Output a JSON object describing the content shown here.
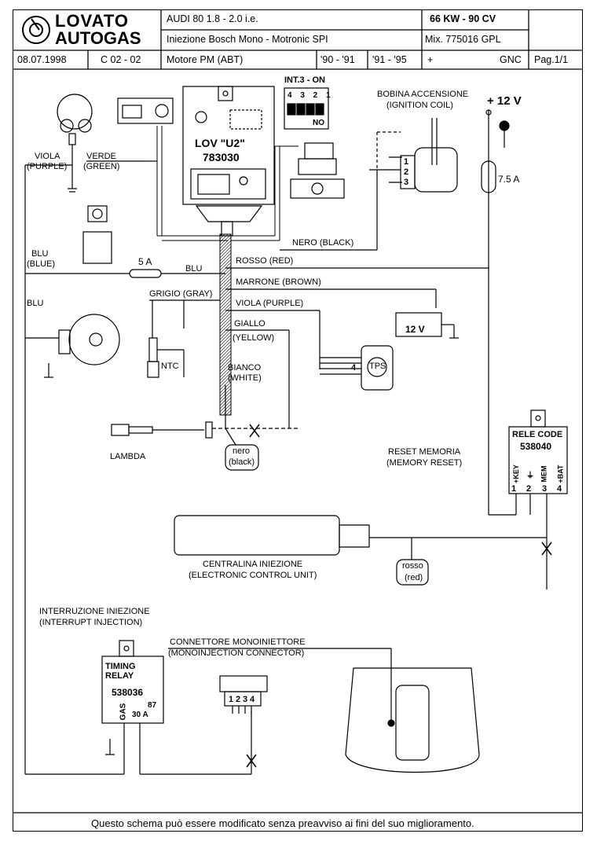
{
  "header": {
    "logo_top": "LOVATO",
    "logo_bottom": "AUTOGAS",
    "car": "AUDI 80  1.8 - 2.0  i.e.",
    "power": "66 KW - 90 CV",
    "injection": "Iniezione  Bosch  Mono - Motronic  SPI",
    "mix": "Mix.  775016 GPL",
    "date": "08.07.1998",
    "code": "C 02 - 02",
    "engine": "Motore    PM (ABT)",
    "years1": "'90 - '91",
    "years2": "'91 - '95",
    "plus": "+",
    "fuel": "GNC",
    "page": "Pag.1/1"
  },
  "ecu": {
    "int_label": "INT.3 - ON",
    "switch_nums": "4 3 2 1",
    "switch_no": "NO",
    "name": "LOV \"U2\"",
    "code": "783030"
  },
  "ignition": {
    "title": "BOBINA ACCENSIONE",
    "subtitle": "(IGNITION COIL)",
    "pins": [
      "1",
      "2",
      "3"
    ],
    "supply": "+ 12 V",
    "fuse": "7.5 A"
  },
  "wires": {
    "viola": "VIOLA",
    "purple": "(PURPLE)",
    "verde": "VERDE",
    "green": "(GREEN)",
    "blu": "BLU",
    "blue": "(BLUE)",
    "blu2": "BLU",
    "blu3": "BLU",
    "fuse5": "5 A",
    "nero_black": "NERO (BLACK)",
    "rosso_red": "ROSSO (RED)",
    "marrone": "MARRONE (BROWN)",
    "grigio": "GRIGIO (GRAY)",
    "viola_purple": "VIOLA (PURPLE)",
    "giallo": "GIALLO",
    "yellow": "(YELLOW)",
    "bianco": "BIANCO",
    "white": "(WHITE)",
    "nero": "nero",
    "black": "(black)",
    "rosso": "rosso",
    "red": "(red)"
  },
  "components": {
    "battery": "12 V",
    "ntc": "NTC",
    "tps": "TPS",
    "tps_pins": "4",
    "lambda": "LAMBDA",
    "reset1": "RESET MEMORIA",
    "reset2": "(MEMORY RESET)",
    "rele_title": "RELE CODE",
    "rele_code": "538040",
    "rele_pins": [
      "+KEY",
      "⏚",
      "MEM",
      "+BAT"
    ],
    "rele_nums": [
      "1",
      "2",
      "3",
      "4"
    ],
    "ecu_it": "CENTRALINA INIEZIONE",
    "ecu_en": "(ELECTRONIC CONTROL UNIT)",
    "interrupt_it": "INTERRUZIONE INIEZIONE",
    "interrupt_en": "(INTERRUPT INJECTION)",
    "timing1": "TIMING",
    "timing2": "RELAY",
    "timing_code": "538036",
    "timing_gas": "GAS",
    "timing_87": "87",
    "timing_30a": "30 A",
    "mono_it": "CONNETTORE MONOINIETTORE",
    "mono_en": "(MONOINJECTION CONNECTOR)",
    "mono_pins": [
      "1",
      "2",
      "3",
      "4"
    ]
  },
  "footer": "Questo schema può essere modificato senza preavviso ai fini del suo miglioramento."
}
